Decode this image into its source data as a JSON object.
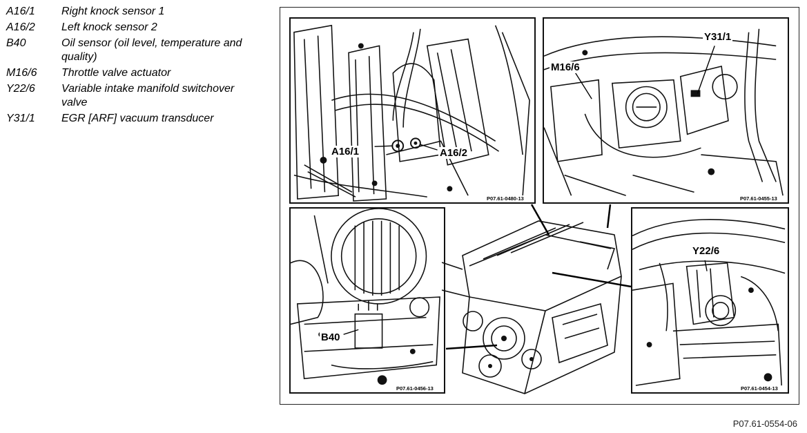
{
  "legend": [
    {
      "code": "A16/1",
      "desc": "Right knock sensor 1"
    },
    {
      "code": "A16/2",
      "desc": "Left knock sensor 2"
    },
    {
      "code": "B40",
      "desc": "Oil sensor (oil level, temperature and quality)"
    },
    {
      "code": "M16/6",
      "desc": "Throttle valve actuator"
    },
    {
      "code": "Y22/6",
      "desc": "Variable intake manifold switchover valve"
    },
    {
      "code": "Y31/1",
      "desc": "EGR [ARF] vacuum transducer"
    }
  ],
  "panels": {
    "top_left": {
      "labels": [
        "A16/1",
        "A16/2"
      ],
      "ref": "P07.61-0480-13"
    },
    "top_right": {
      "labels": [
        "M16/6",
        "Y31/1"
      ],
      "ref": "P07.61-0455-13"
    },
    "bottom_left": {
      "labels": [
        "B40"
      ],
      "ref": "P07.61-0456-13"
    },
    "bottom_right": {
      "labels": [
        "Y22/6"
      ],
      "ref": "P07.61-0454-13"
    }
  },
  "figure_ref": "P07.61-0554-06"
}
